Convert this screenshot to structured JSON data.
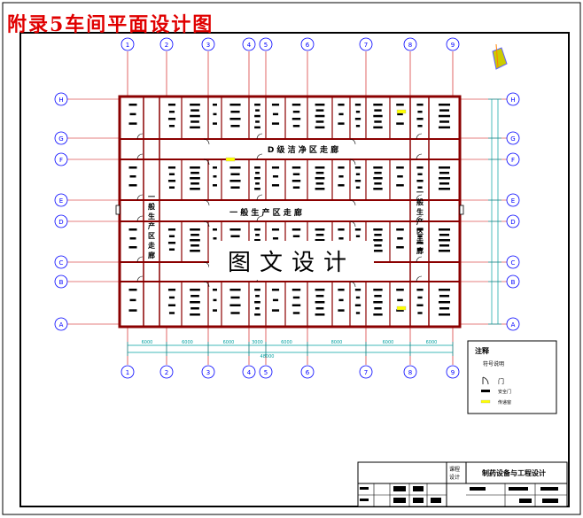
{
  "title": "附录5车间平面设计图",
  "watermark": "图文设计",
  "axes": {
    "columns": [
      "1",
      "2",
      "3",
      "4",
      "5",
      "6",
      "7",
      "8",
      "9"
    ],
    "rows": [
      "H",
      "G",
      "F",
      "E",
      "D",
      "C",
      "B",
      "A"
    ],
    "spans": [
      "6000",
      "6000",
      "6000",
      "3000",
      "6000",
      "8000",
      "6000",
      "6000"
    ],
    "total": "48000"
  },
  "corridors": {
    "d_class": "D 级 洁 净 区 走 廊",
    "general": "一 般 生 产 区 走 廊",
    "left": [
      "一",
      "般",
      "生",
      "产",
      "区",
      "走",
      "廊"
    ],
    "right": [
      "一",
      "般",
      "生",
      "产",
      "区",
      "走",
      "廊"
    ]
  },
  "legend": {
    "title": "注释",
    "subtitle": "符号说明",
    "items": [
      {
        "symbol": "door",
        "label": "门"
      },
      {
        "symbol": "safety-door",
        "label": "安全门"
      },
      {
        "symbol": "pass-window",
        "label": "传递窗"
      }
    ]
  },
  "title_block": {
    "course": "制药设备与工程设计",
    "field_top": "课程",
    "field_bottom": "设计"
  },
  "colors": {
    "frame": "#000000",
    "axis_line": "#cc0000",
    "grid_bubble": "#0000ff",
    "wall": "#8b0000",
    "dimension": "#00a0a0",
    "pass_window": "#ffff00",
    "title": "#e00000"
  }
}
